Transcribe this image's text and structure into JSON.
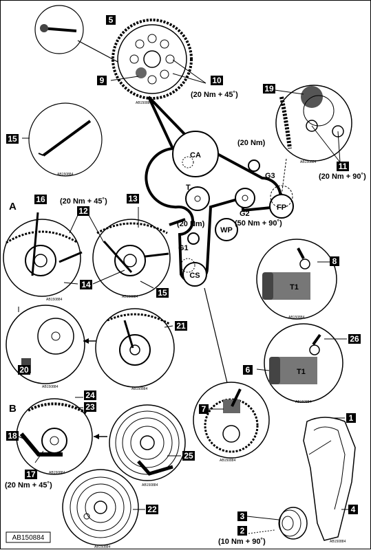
{
  "figure_id": "AB150884",
  "section_labels": {
    "a": "A",
    "b": "B"
  },
  "components": {
    "ca": "CA",
    "t": "T",
    "g1": "G1",
    "g2": "G2",
    "g3": "G3",
    "wp": "WP",
    "fp": "FP",
    "cs": "CS",
    "t1": "T1"
  },
  "torques": {
    "t10": "(20 Nm + 45˚)",
    "g3": "(20 Nm)",
    "t11": "(20 Nm + 90˚)",
    "a_top": "(20 Nm + 45˚)",
    "g1": "(20 Nm)",
    "g2": "(50 Nm + 90˚)",
    "t17": "(20 Nm + 45˚)",
    "t2": "(10 Nm + 90˚)"
  },
  "callouts": [
    "1",
    "2",
    "3",
    "4",
    "5",
    "6",
    "7",
    "8",
    "9",
    "10",
    "11",
    "12",
    "13",
    "14",
    "15",
    "16",
    "17",
    "18",
    "19",
    "20",
    "21",
    "22",
    "23",
    "24",
    "25",
    "26"
  ],
  "image_codes": "AB150884"
}
